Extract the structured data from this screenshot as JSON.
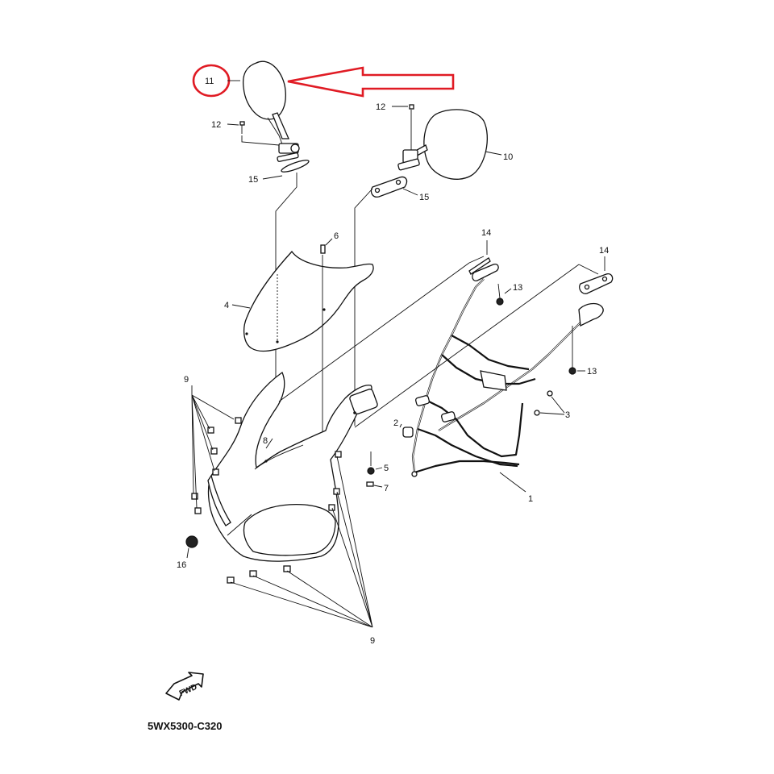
{
  "callouts": {
    "n1": "1",
    "n2": "2",
    "n3": "3",
    "n4": "4",
    "n5": "5",
    "n6": "6",
    "n7": "7",
    "n8": "8",
    "n9a": "9",
    "n9b": "9",
    "n10": "10",
    "n11": "11",
    "n12a": "12",
    "n12b": "12",
    "n13a": "13",
    "n13b": "13",
    "n14a": "14",
    "n14b": "14",
    "n15a": "15",
    "n15b": "15",
    "n16": "16"
  },
  "fwd_label": "FWD",
  "diagram_code": "5WX5300-C320",
  "highlight": {
    "color": "#e01b24",
    "target": "11"
  }
}
